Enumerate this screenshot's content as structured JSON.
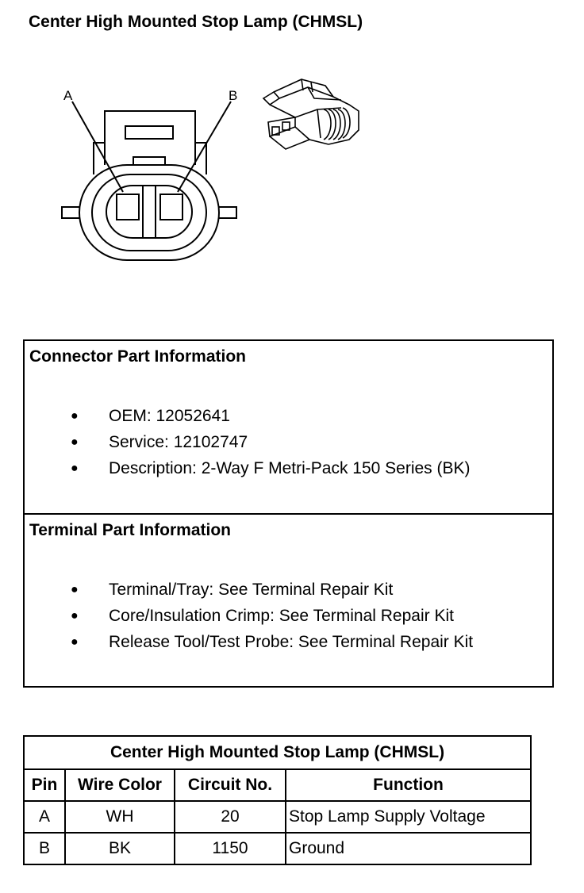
{
  "page": {
    "title": "Center High Mounted Stop Lamp (CHMSL)"
  },
  "diagram": {
    "pin_labels": [
      "A",
      "B"
    ]
  },
  "connector_info": {
    "heading": "Connector Part Information",
    "items": [
      "OEM: 12052641",
      "Service: 12102747",
      "Description: 2-Way F Metri-Pack 150 Series (BK)"
    ]
  },
  "terminal_info": {
    "heading": "Terminal Part Information",
    "items": [
      "Terminal/Tray: See Terminal Repair Kit",
      "Core/Insulation Crimp: See Terminal Repair Kit",
      "Release Tool/Test Probe: See Terminal Repair Kit"
    ]
  },
  "pin_table": {
    "caption": "Center High Mounted Stop Lamp (CHMSL)",
    "headers": [
      "Pin",
      "Wire Color",
      "Circuit No.",
      "Function"
    ],
    "rows": [
      [
        "A",
        "WH",
        "20",
        "Stop Lamp Supply Voltage"
      ],
      [
        "B",
        "BK",
        "1150",
        "Ground"
      ]
    ]
  },
  "bullet_glyph": "●"
}
